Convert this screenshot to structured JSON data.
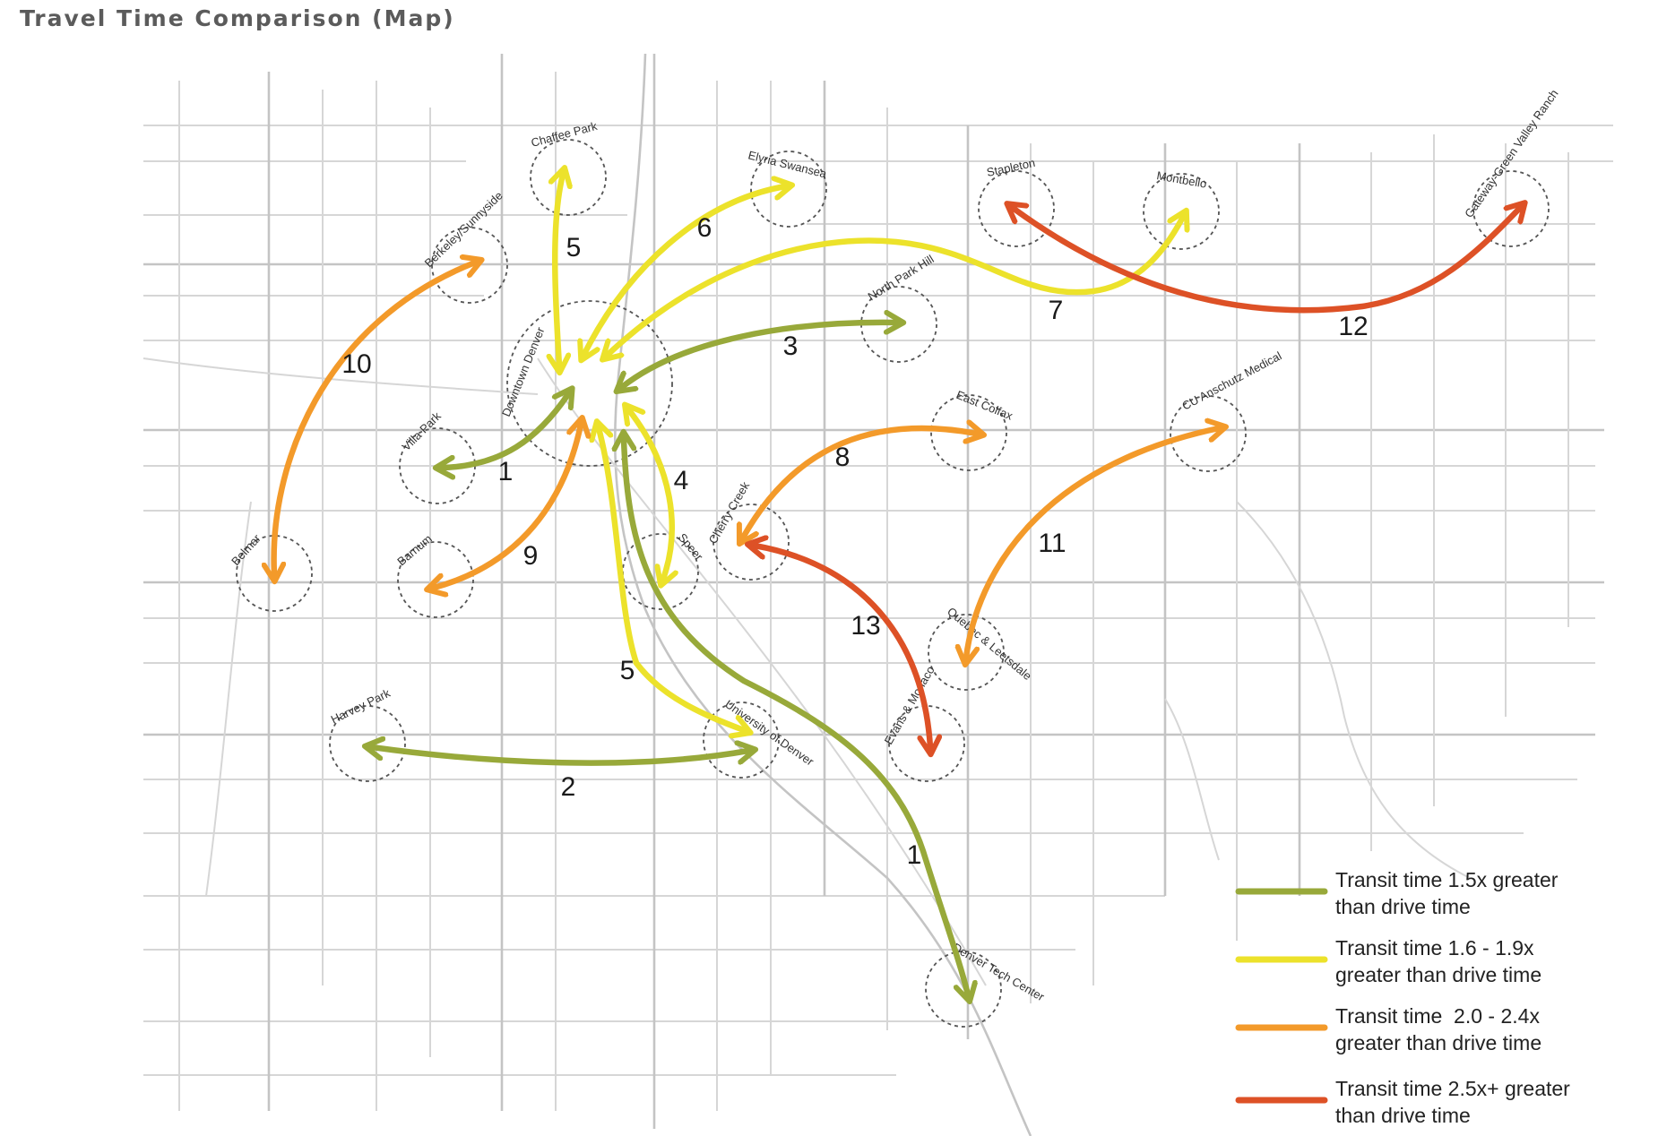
{
  "title": "Travel Time Comparison (Map)",
  "colors": {
    "green": "#98a93a",
    "yellow": "#ece22b",
    "orange": "#f39a2a",
    "red": "#dd5126"
  },
  "places": [
    {
      "id": "downtown",
      "name": "Downtown Denver"
    },
    {
      "id": "chaffee",
      "name": "Chaffee Park"
    },
    {
      "id": "elyria",
      "name": "Elyria Swansea"
    },
    {
      "id": "stapleton",
      "name": "Stapleton"
    },
    {
      "id": "montbello",
      "name": "Montbello"
    },
    {
      "id": "gateway",
      "name": "Gateway-Green Valley Ranch"
    },
    {
      "id": "berkeley",
      "name": "Berkeley/Sunnyside"
    },
    {
      "id": "northpark",
      "name": "North Park Hill"
    },
    {
      "id": "villapark",
      "name": "Villa Park"
    },
    {
      "id": "eastcolfax",
      "name": "East Colfax"
    },
    {
      "id": "cuanschutz",
      "name": "CU Anschutz Medical"
    },
    {
      "id": "belmar",
      "name": "Belmar"
    },
    {
      "id": "barnum",
      "name": "Barnum"
    },
    {
      "id": "speer",
      "name": "Speer"
    },
    {
      "id": "cherrycreek",
      "name": "Cherry Creek"
    },
    {
      "id": "quebec",
      "name": "Quebec & Leetsdale"
    },
    {
      "id": "harveypark",
      "name": "Harvey Park"
    },
    {
      "id": "udenver",
      "name": "University of Denver"
    },
    {
      "id": "evans",
      "name": "Evans & Monaco"
    },
    {
      "id": "dtc",
      "name": "Denver Tech Center"
    }
  ],
  "routes": [
    {
      "number": "1",
      "category": "green",
      "from": "Downtown Denver",
      "to": "Villa Park"
    },
    {
      "number": "1",
      "category": "green",
      "from": "Downtown Denver",
      "to": "Denver Tech Center"
    },
    {
      "number": "2",
      "category": "green",
      "from": "Harvey Park",
      "to": "University of Denver"
    },
    {
      "number": "3",
      "category": "green",
      "from": "Downtown Denver",
      "to": "North Park Hill"
    },
    {
      "number": "4",
      "category": "yellow",
      "from": "Downtown Denver",
      "to": "Speer"
    },
    {
      "number": "5",
      "category": "yellow",
      "from": "Downtown Denver",
      "to": "Chaffee Park"
    },
    {
      "number": "5",
      "category": "yellow",
      "from": "Downtown Denver",
      "to": "University of Denver"
    },
    {
      "number": "6",
      "category": "yellow",
      "from": "Downtown Denver",
      "to": "Elyria Swansea"
    },
    {
      "number": "7",
      "category": "yellow",
      "from": "Downtown Denver",
      "to": "Montbello"
    },
    {
      "number": "8",
      "category": "orange",
      "from": "Cherry Creek",
      "to": "East Colfax"
    },
    {
      "number": "9",
      "category": "orange",
      "from": "Downtown Denver",
      "to": "Barnum"
    },
    {
      "number": "10",
      "category": "orange",
      "from": "Belmar",
      "to": "Berkeley/Sunnyside"
    },
    {
      "number": "11",
      "category": "orange",
      "from": "Quebec & Leetsdale",
      "to": "CU Anschutz Medical"
    },
    {
      "number": "12",
      "category": "red",
      "from": "Stapleton",
      "to": "Gateway-Green Valley Ranch"
    },
    {
      "number": "13",
      "category": "red",
      "from": "Cherry Creek",
      "to": "Evans & Monaco"
    }
  ],
  "legend": [
    {
      "category": "green",
      "line1": "Transit time 1.5x greater",
      "line2": "than drive time"
    },
    {
      "category": "yellow",
      "line1": "Transit time 1.6 - 1.9x",
      "line2": "greater than drive time"
    },
    {
      "category": "orange",
      "line1": "Transit time  2.0 - 2.4x",
      "line2": "greater than drive time"
    },
    {
      "category": "red",
      "line1": "Transit time 2.5x+ greater",
      "line2": "than drive time"
    }
  ]
}
